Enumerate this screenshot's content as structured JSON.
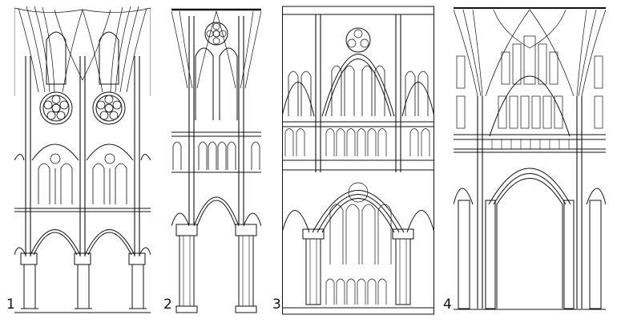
{
  "figure": {
    "panels": [
      {
        "label": "1",
        "subject": "gothic-bay-elevation-with-rose-windows"
      },
      {
        "label": "2",
        "subject": "gothic-bay-elevation-with-triforium-arcade"
      },
      {
        "label": "3",
        "subject": "rayonnant-bay-elevation-with-tracery"
      },
      {
        "label": "4",
        "subject": "perpendicular-bay-elevation-with-panelling"
      }
    ],
    "line_color": "#111111",
    "paper_color": "#ffffff"
  }
}
